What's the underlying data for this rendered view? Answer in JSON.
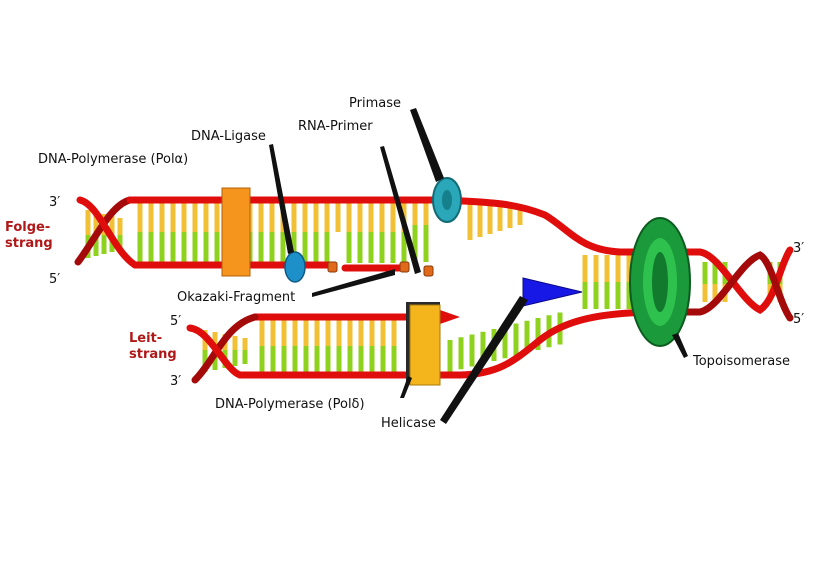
{
  "labels": {
    "primase": "Primase",
    "dna_ligase": "DNA-Ligase",
    "rna_primer": "RNA-Primer",
    "pol_alpha": "DNA-Polymerase (Polα)",
    "okazaki": "Okazaki-Fragment",
    "pol_delta": "DNA-Polymerase (Polδ)",
    "helicase": "Helicase",
    "topoisomerase": "Topoisomerase"
  },
  "strands": {
    "lagging_line1": "Folge-",
    "lagging_line2": "strang",
    "leading_line1": "Leit-",
    "leading_line2": "strang"
  },
  "ends": {
    "lag_top_left": "3′",
    "lag_bottom_left": "5′",
    "lead_top_left": "5′",
    "lead_bottom_left": "3′",
    "right_top": "3′",
    "right_bottom": "5′"
  },
  "colors": {
    "backbone": "#e00d0d",
    "backbone_dark": "#a50a0a",
    "base_green": "#8fd21e",
    "base_yellow": "#f2c035",
    "strand_label": "#b01818",
    "pol_alpha": "#f5951d",
    "pol_delta": "#f4b51c",
    "primase": "#2aa7b8",
    "ligase": "#1e90c9",
    "helicase": "#1818e6",
    "topo": "#1a9a3a"
  }
}
